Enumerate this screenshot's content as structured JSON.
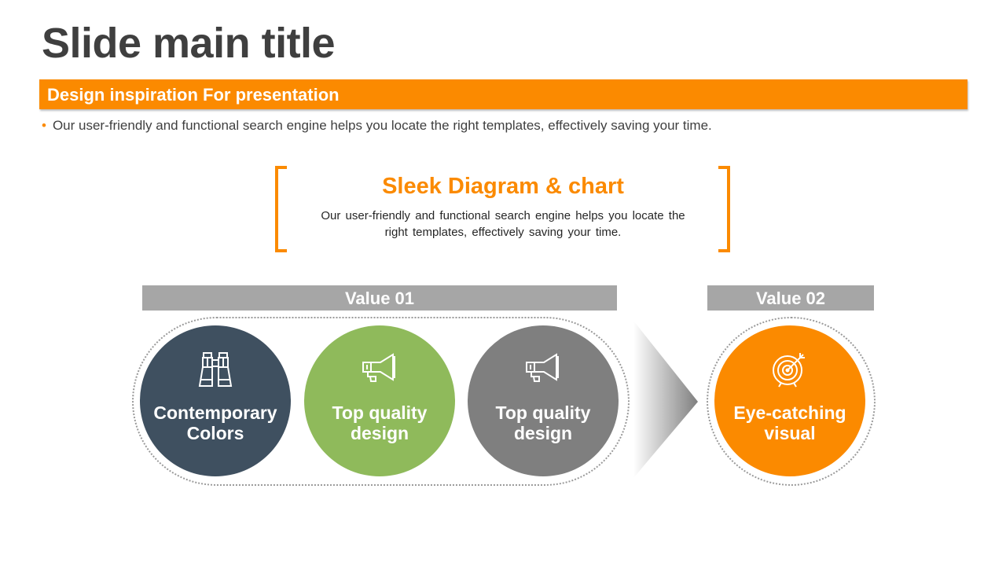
{
  "slide": {
    "title": "Slide main title",
    "subtitle": "Design inspiration For presentation",
    "bullet": "Our user-friendly and functional search engine helps you locate the right templates, effectively saving your time."
  },
  "callout": {
    "title": "Sleek Diagram & chart",
    "text": "Our user-friendly and functional search engine helps you locate the right templates, effectively saving your time."
  },
  "groups": [
    {
      "label": "Value 01",
      "items": [
        {
          "line1": "Contemporary",
          "line2": "Colors",
          "color": "#3f5060",
          "icon": "binoculars-icon"
        },
        {
          "line1": "Top quality",
          "line2": "design",
          "color": "#8fba5b",
          "icon": "megaphone-icon"
        },
        {
          "line1": "Top quality",
          "line2": "design",
          "color": "#7f7f7f",
          "icon": "megaphone-icon"
        }
      ]
    },
    {
      "label": "Value 02",
      "items": [
        {
          "line1": "Eye-catching",
          "line2": "visual",
          "color": "#fb8a00",
          "icon": "target-icon"
        }
      ]
    }
  ],
  "colors": {
    "accent": "#fb8a00",
    "label_bar": "#a6a6a6",
    "title": "#3f3f3f"
  }
}
